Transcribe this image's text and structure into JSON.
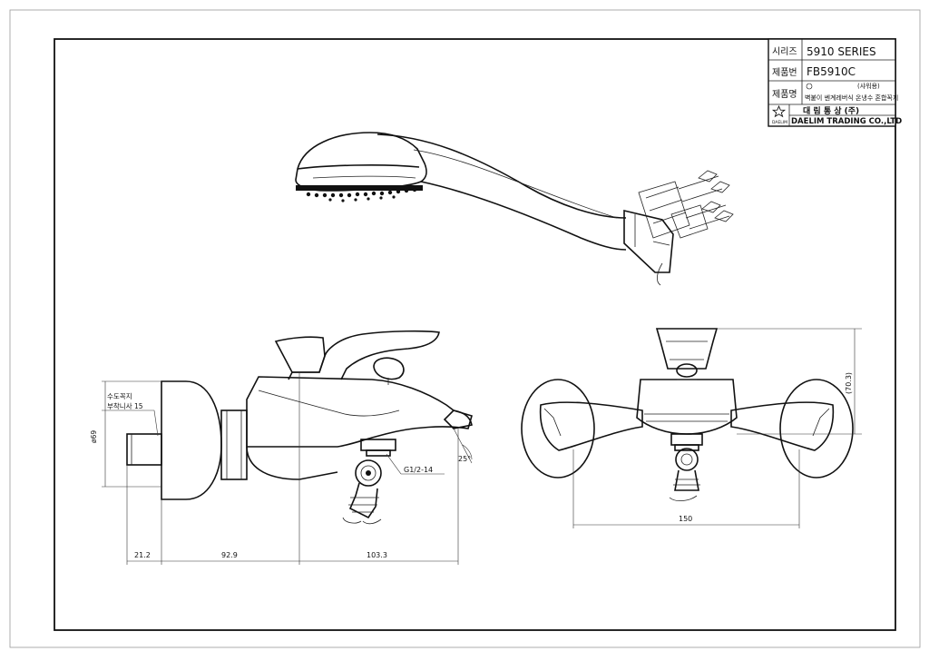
{
  "title_block": {
    "series_label": "시리즈",
    "series_value": "5910  SERIES",
    "product_no_label": "제품번",
    "product_no_value": "FB5910C",
    "product_name_label": "제품명",
    "product_name_note": "(샤워용)",
    "product_name_value": "벽붙이 쎈계레버식 온냉수 혼합꼭지",
    "company_kr": "대 림 통 상  (주)",
    "company_logo_text": "DAELIM",
    "company_en": "DAELIM  TRADING  CO.,LTD"
  },
  "annotations": {
    "inlet_label_1": "수도꼭지",
    "inlet_label_2": "부착니사  15",
    "thread": "G1/2-14",
    "angle": "25°"
  },
  "dimensions": {
    "body_diameter": "ø69",
    "left_1": "21.2",
    "left_2": "92.9",
    "left_3": "103.3",
    "front_width": "150",
    "front_height": "(70.3)"
  }
}
